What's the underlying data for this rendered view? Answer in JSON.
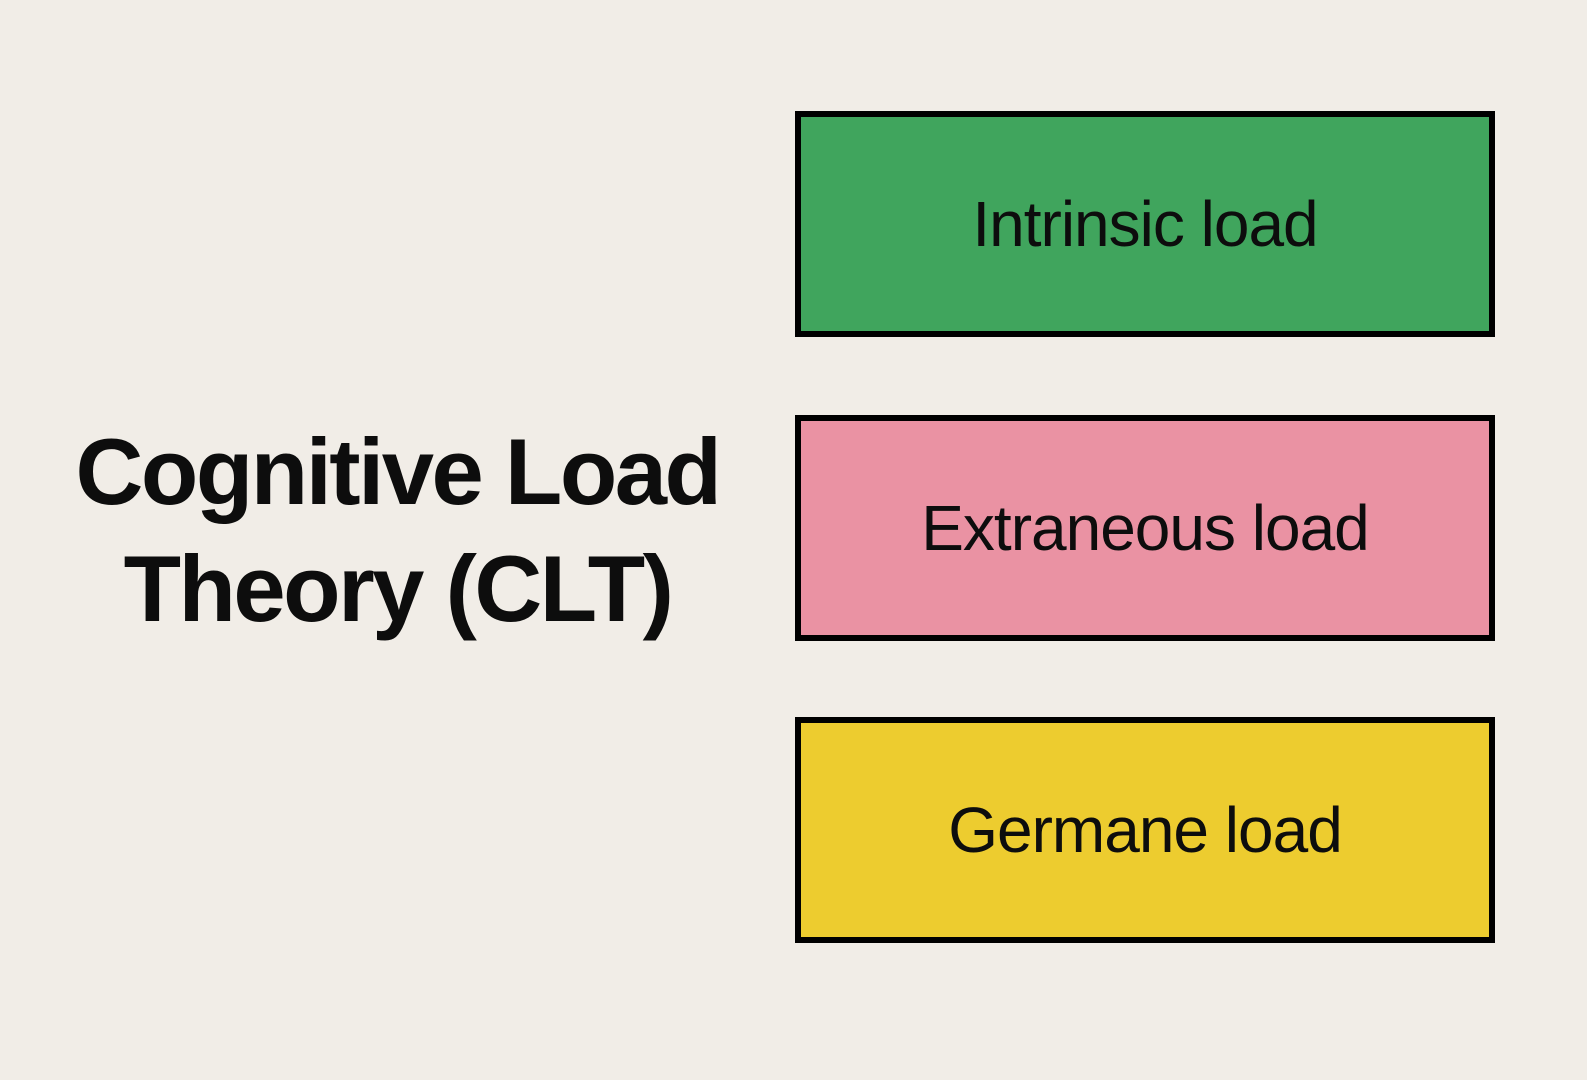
{
  "background_color": "#F1EDE7",
  "text_color": "#0D0D0D",
  "title": {
    "line1": "Cognitive Load",
    "line2": "Theory (CLT)",
    "full_text": "Cognitive Load Theory (CLT)"
  },
  "boxes": [
    {
      "label": "Intrinsic load",
      "fill_color": "#40A55D",
      "border_color": "#000000"
    },
    {
      "label": "Extraneous load",
      "fill_color": "#EA92A3",
      "border_color": "#000000"
    },
    {
      "label": "Germane load",
      "fill_color": "#EDCC2F",
      "border_color": "#000000"
    }
  ]
}
